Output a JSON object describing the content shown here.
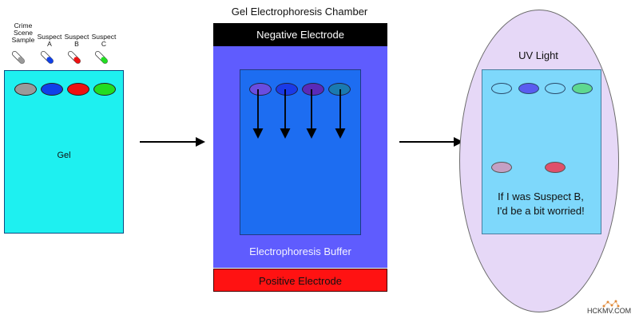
{
  "title": "Gel Electrophoresis Chamber",
  "samples": [
    {
      "label": "Crime\nScene\nSample",
      "color": "#9a9a9a"
    },
    {
      "label": "Suspect\nA",
      "color": "#1040e8"
    },
    {
      "label": "Suspect\nB",
      "color": "#ee1111"
    },
    {
      "label": "Suspect\nC",
      "color": "#22dd22"
    }
  ],
  "gel_label": "Gel",
  "chamber": {
    "negative_label": "Negative Electrode",
    "buffer_label": "Electrophoresis Buffer",
    "positive_label": "Positive Electrode"
  },
  "uv": {
    "label": "UV Light",
    "note_line1": "If I was Suspect B,",
    "note_line2": "I'd be a bit worried!"
  },
  "watermark": "HCKMV.COM",
  "colors": {
    "gel": "#1ef0f0",
    "buffer": "#5f5cfe",
    "chamber_gel": "#1d6df1",
    "uv_oval": "#e6d8f7",
    "uv_gel": "#7ed8fb",
    "band_crime": "#c4a0c4",
    "band_suspect_b": "#e0506a"
  }
}
